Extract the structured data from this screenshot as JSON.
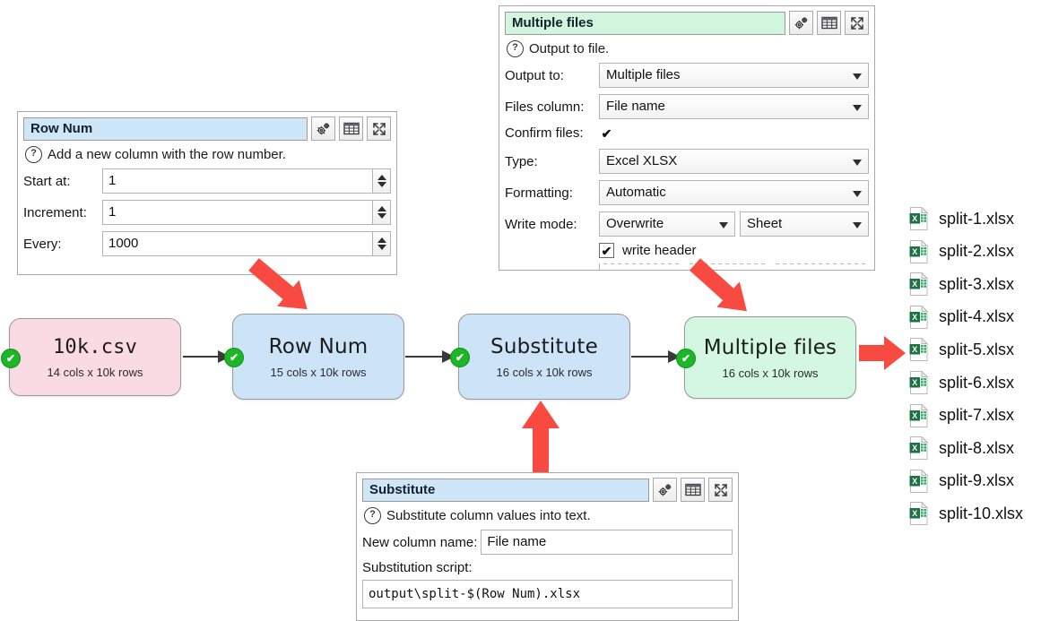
{
  "panels": {
    "row_num": {
      "title": "Row Num",
      "description": "Add a new column with the row number.",
      "buttons": [
        "gears-icon",
        "table-icon",
        "expand-icon"
      ],
      "fields": [
        {
          "label": "Start at:",
          "value": "1"
        },
        {
          "label": "Increment:",
          "value": "1"
        },
        {
          "label": "Every:",
          "value": "1000"
        }
      ]
    },
    "multiple_files": {
      "title": "Multiple files",
      "description": "Output to file.",
      "buttons": [
        "gears-icon",
        "table-icon",
        "expand-icon"
      ],
      "output_to": {
        "label": "Output to:",
        "value": "Multiple files"
      },
      "files_column": {
        "label": "Files column:",
        "value": "File name"
      },
      "confirm_files": {
        "label": "Confirm files:",
        "checked": "✔"
      },
      "type": {
        "label": "Type:",
        "value": "Excel XLSX"
      },
      "formatting": {
        "label": "Formatting:",
        "value": "Automatic"
      },
      "write_mode": {
        "label": "Write mode:",
        "value": "Overwrite",
        "value2": "Sheet"
      },
      "write_header": {
        "label": "write header",
        "checked": "✔"
      }
    },
    "substitute": {
      "title": "Substitute",
      "description": "Substitute column values into text.",
      "buttons": [
        "gears-icon",
        "table-icon",
        "expand-icon"
      ],
      "new_column_name": {
        "label": "New column name:",
        "value": "File name"
      },
      "substitution_script": {
        "label": "Substitution script:",
        "value": "output\\split-$(Row Num).xlsx"
      }
    }
  },
  "flow": {
    "nodes": [
      {
        "title": "10k.csv",
        "subtitle": "14 cols x 10k rows",
        "status": "✔",
        "color": "#fadbe4"
      },
      {
        "title": "Row Num",
        "subtitle": "15 cols x 10k rows",
        "status": "✔",
        "color": "#cde3f7"
      },
      {
        "title": "Substitute",
        "subtitle": "16 cols x 10k rows",
        "status": "✔",
        "color": "#cde3f7"
      },
      {
        "title": "Multiple files",
        "subtitle": "16 cols x 10k rows",
        "status": "✔",
        "color": "#d3f7e0"
      }
    ]
  },
  "files": [
    {
      "name": "split-1.xlsx",
      "icon": "excel-file-icon"
    },
    {
      "name": "split-2.xlsx",
      "icon": "excel-file-icon"
    },
    {
      "name": "split-3.xlsx",
      "icon": "excel-file-icon"
    },
    {
      "name": "split-4.xlsx",
      "icon": "excel-file-icon"
    },
    {
      "name": "split-5.xlsx",
      "icon": "excel-file-icon"
    },
    {
      "name": "split-6.xlsx",
      "icon": "excel-file-icon"
    },
    {
      "name": "split-7.xlsx",
      "icon": "excel-file-icon"
    },
    {
      "name": "split-8.xlsx",
      "icon": "excel-file-icon"
    },
    {
      "name": "split-9.xlsx",
      "icon": "excel-file-icon"
    },
    {
      "name": "split-10.xlsx",
      "icon": "excel-file-icon"
    }
  ],
  "colors": {
    "annotation_arrow": "#f94a42",
    "status_ok": "#1db626",
    "excel_green": "#1e7145",
    "node_source": "#fadbe4",
    "node_transform": "#cde3f7",
    "node_output": "#d3f7e0"
  }
}
